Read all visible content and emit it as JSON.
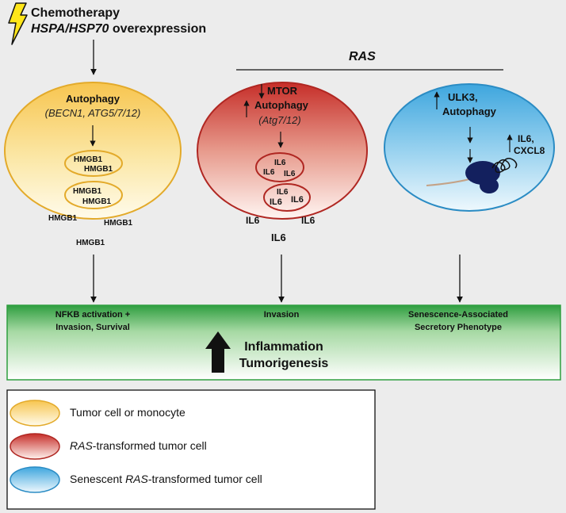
{
  "header": {
    "line1": "Chemotherapy",
    "line2_italic": "HSPA/HSP70",
    "line2_rest": " overexpression"
  },
  "ras_label": "RAS",
  "cell1": {
    "title": "Autophagy",
    "genes": "(BECN1, ATG5/7/12)",
    "vesicle_labels": [
      "HMGB1",
      "HMGB1",
      "HMGB1",
      "HMGB1"
    ],
    "outside_labels": [
      "HMGB1",
      "HMGB1",
      "HMGB1"
    ]
  },
  "cell2": {
    "title1": "MTOR",
    "title2": "Autophagy",
    "genes": "(Atg7/12)",
    "vesicle_labels": [
      "IL6",
      "IL6",
      "IL6",
      "IL6",
      "IL6",
      "IL6"
    ],
    "outside_labels": [
      "IL6",
      "IL6",
      "IL6"
    ]
  },
  "cell3": {
    "title1": "ULK3,",
    "title2": "Autophagy",
    "secreted1": "IL6,",
    "secreted2": "CXCL8"
  },
  "band": {
    "col1_line1": "NFKB activation +",
    "col1_line2": "Invasion, Survival",
    "col2": "Invasion",
    "col3_line1": "Senescence-Associated",
    "col3_line2": "Secretory Phenotype",
    "big1": "Inflammation",
    "big2": "Tumorigenesis"
  },
  "legend": {
    "item1": "Tumor cell or monocyte",
    "item2_italic": "RAS",
    "item2_rest": "-transformed tumor cell",
    "item3_pre": "Senescent ",
    "item3_italic": "RAS",
    "item3_rest": "-transformed tumor cell"
  },
  "colors": {
    "yellow": "#f7c34a",
    "red": "#c9302c",
    "blue": "#3aa6dc",
    "green": "#2e9e3f",
    "nucleus": "#13205e"
  },
  "icons": [
    "lightning-icon",
    "up-arrow-icon",
    "down-arrow-icon"
  ]
}
